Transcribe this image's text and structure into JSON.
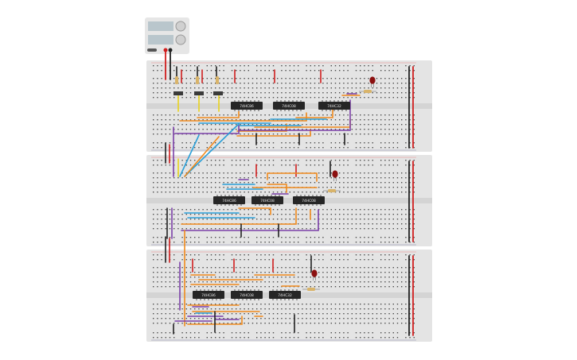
{
  "canvas": {
    "background": "#ffffff"
  },
  "power_supply": {
    "body_color": "#e6e6e6",
    "display_color": "#b9c6cc",
    "knob_color": "#d0d0d0",
    "positive_lead_color": "#d11f1f",
    "negative_lead_color": "#222222"
  },
  "breadboards": [
    {
      "board_color": "#e4e4e4",
      "led_color": "#8b1010",
      "chips": [
        {
          "label": "74HC86"
        },
        {
          "label": "74HC08"
        },
        {
          "label": "74HC32"
        }
      ]
    },
    {
      "board_color": "#e4e4e4",
      "led_color": "#8b1010",
      "chips": [
        {
          "label": "74HC86"
        },
        {
          "label": "74HC08"
        },
        {
          "label": "74HC08"
        }
      ]
    },
    {
      "board_color": "#e4e4e4",
      "led_color": "#8b1010",
      "chips": [
        {
          "label": "74HC86"
        },
        {
          "label": "74HC08"
        },
        {
          "label": "74HC32"
        }
      ]
    }
  ],
  "wire_colors": {
    "red": "#d11f1f",
    "black": "#222222",
    "orange": "#f08a1c",
    "blue": "#2a9fd8",
    "purple": "#7b3fa8",
    "yellow": "#e8d21c"
  }
}
